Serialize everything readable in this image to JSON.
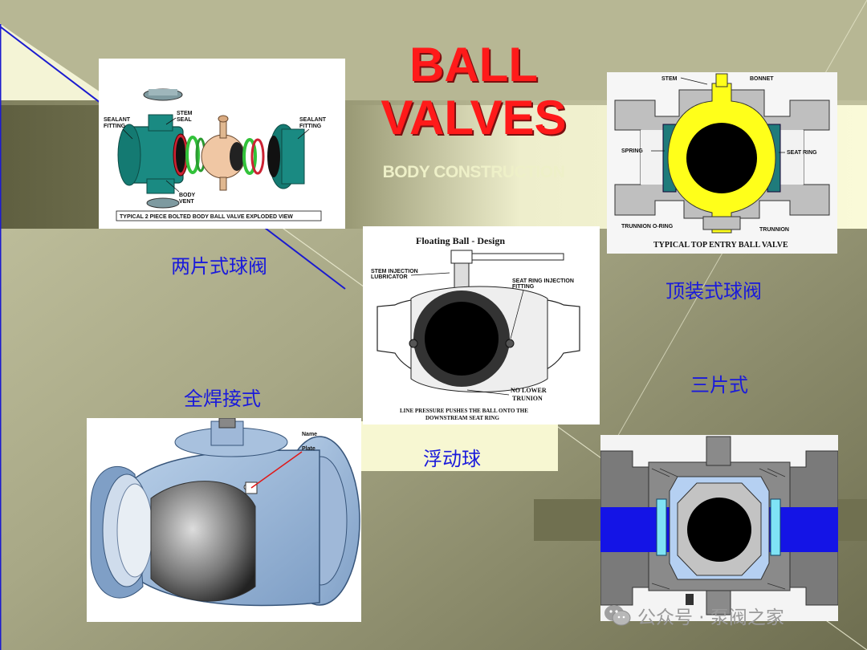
{
  "slide": {
    "title_line1": "BALL",
    "title_line2": "VALVES",
    "subtitle": "BODY CONSTRUCTION"
  },
  "diagrams": {
    "two_piece": {
      "caption": "两片式球阀",
      "labels": {
        "sealant_left": "SEALANT\nFITTING",
        "stem_seal": "STEM\nSEAL",
        "sealant_right": "SEALANT\nFITTING",
        "body_vent": "BODY\nVENT",
        "footer": "TYPICAL 2 PIECE BOLTED BODY BALL VALVE     EXPLODED VIEW"
      }
    },
    "top_entry": {
      "caption": "顶装式球阀",
      "labels": {
        "stem": "STEM",
        "bonnet": "BONNET",
        "spring": "SPRING",
        "seat_ring": "SEAT RING",
        "trunnion_oring": "TRUNNION O-RING",
        "trunnion": "TRUNNION",
        "footer": "TYPICAL TOP ENTRY BALL VALVE"
      }
    },
    "floating": {
      "caption": "浮动球",
      "labels": {
        "heading": "Floating Ball - Design",
        "stem_injection": "STEM INJECTION\nLUBRICATOR",
        "seat_injection": "SEAT RING INJECTION\nFITTING",
        "no_lower": "NO LOWER\nTRUNION",
        "footer": "LINE PRESSURE PUSHES THE BALL ONTO THE\nDOWNSTREAM SEAT RING"
      }
    },
    "fully_welded": {
      "caption": "全焊接式",
      "labels": {
        "name_plate": "Name\nPlate"
      }
    },
    "three_piece": {
      "caption": "三片式"
    }
  },
  "watermark": {
    "text": "公众号 · 泵阀之家",
    "icon": "wechat-icon"
  },
  "colors": {
    "title": "#ff1a1a",
    "caption": "#1a1adb"
  }
}
